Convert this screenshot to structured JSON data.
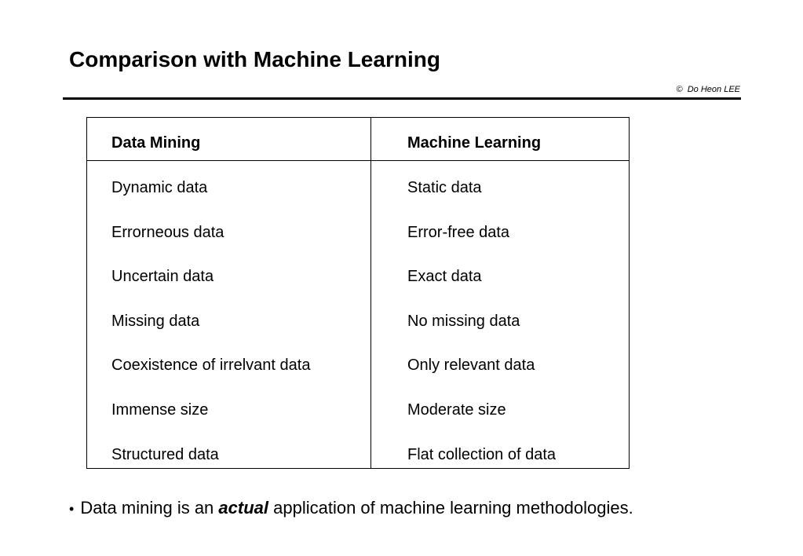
{
  "slide": {
    "title": "Comparison with Machine Learning",
    "author_symbol": "©",
    "author": "Do Heon LEE"
  },
  "table": {
    "headers": [
      "Data Mining",
      "Machine Learning"
    ],
    "rows": [
      [
        "Dynamic data",
        "Static data"
      ],
      [
        "Errorneous data",
        "Error-free data"
      ],
      [
        "Uncertain data",
        "Exact data"
      ],
      [
        "Missing data",
        "No missing data"
      ],
      [
        "Coexistence of irrelvant data",
        "Only relevant data"
      ],
      [
        "Immense size",
        "Moderate size"
      ],
      [
        "Structured data",
        "Flat collection of data"
      ]
    ]
  },
  "bullet": {
    "marker": "•",
    "before": "Data mining is an ",
    "emphasis": "actual",
    "after": " application of machine learning methodologies."
  }
}
